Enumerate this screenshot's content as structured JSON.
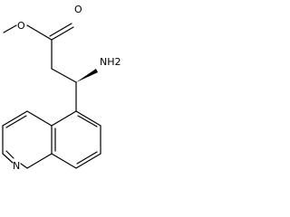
{
  "molecule": {
    "atoms": {
      "O_carbonyl": "O",
      "O_ester": "O",
      "amino": "NH2",
      "N_ring": "N"
    }
  },
  "colors": {
    "bond": "#000000",
    "background": "#ffffff"
  }
}
